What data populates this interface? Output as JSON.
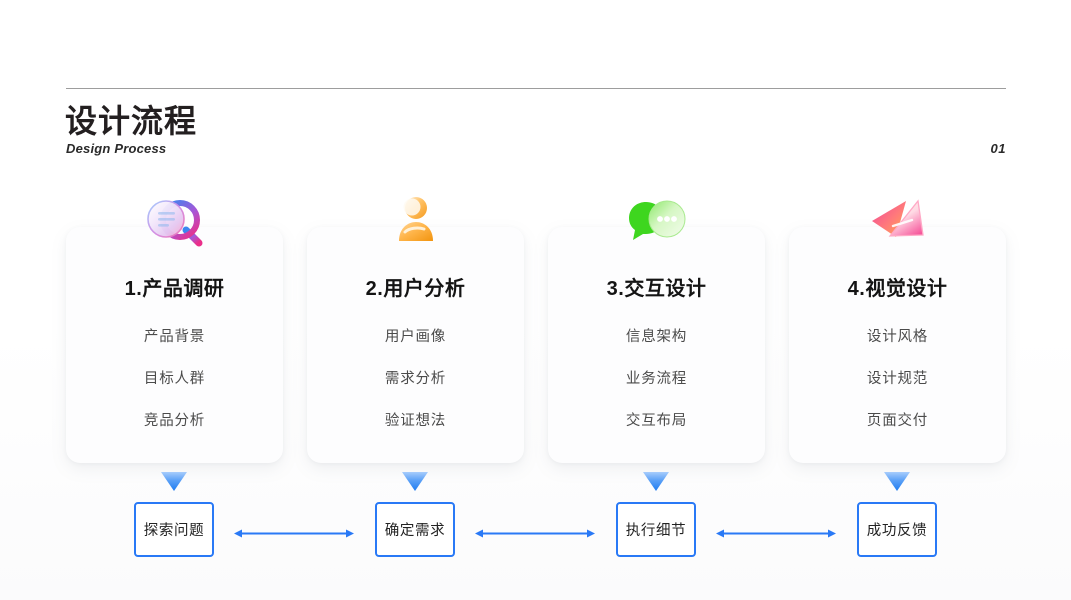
{
  "header": {
    "title": "设计流程",
    "subtitle": "Design Process",
    "page_number": "01",
    "rule_color": "#9d9d9d"
  },
  "theme": {
    "accent_blue": "#2979f6",
    "arrow_blue": "#1f7cf0",
    "text_dark": "#141414",
    "text_body": "#4b4b4b",
    "card_bg": "#fdfdfe",
    "page_bg": "#ffffff"
  },
  "cards": [
    {
      "icon": "magnifier-document-icon",
      "icon_colors": [
        "#c86ee0",
        "#3b86f0",
        "#ea2f8a"
      ],
      "title": "1.产品调研",
      "items": [
        "产品背景",
        "目标人群",
        "竞品分析"
      ]
    },
    {
      "icon": "user-person-icon",
      "icon_colors": [
        "#ffb64d",
        "#f59a1e",
        "#ffd79a"
      ],
      "title": "2.用户分析",
      "items": [
        "用户画像",
        "需求分析",
        "验证想法"
      ]
    },
    {
      "icon": "chat-bubble-icon",
      "icon_colors": [
        "#3ed61f",
        "#7ee35f",
        "#b9f0a4"
      ],
      "title": "3.交互设计",
      "items": [
        "信息架构",
        "业务流程",
        "交互布局"
      ]
    },
    {
      "icon": "paper-plane-icon",
      "icon_colors": [
        "#ff6a9c",
        "#ff9a5a",
        "#f04b8a"
      ],
      "title": "4.视觉设计",
      "items": [
        "设计风格",
        "设计规范",
        "页面交付"
      ]
    }
  ],
  "flow": {
    "steps": [
      {
        "label": "探索问题"
      },
      {
        "label": "确定需求"
      },
      {
        "label": "执行细节"
      },
      {
        "label": "成功反馈"
      }
    ],
    "connectors": [
      {
        "style": "double-arrow"
      },
      {
        "style": "double-arrow"
      },
      {
        "style": "double-arrow"
      }
    ],
    "down_arrows": 4
  }
}
